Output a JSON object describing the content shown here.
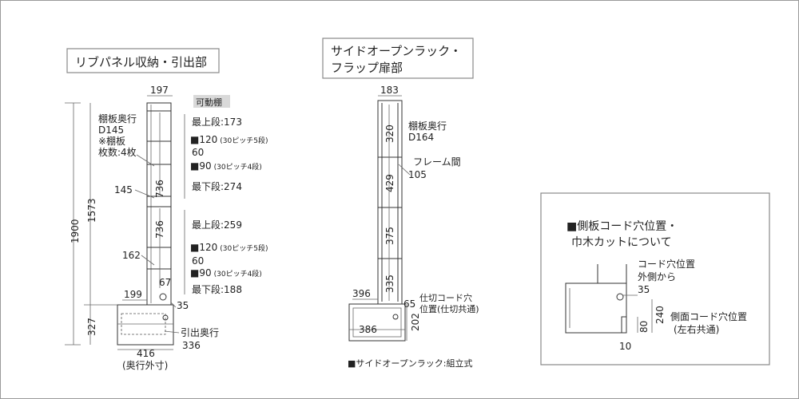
{
  "left": {
    "title": "リブパネル収納・引出部",
    "width_top": "197",
    "badge": "可動棚",
    "shelf_depth_label": "棚板奥行",
    "shelf_depth_value": "D145",
    "shelf_note_1": "※棚板",
    "shelf_note_2": "枚数:4枚",
    "dim_145": "145",
    "dim_162": "162",
    "dim_199": "199",
    "dim_67": "67",
    "dim_35": "35",
    "height_total": "1900",
    "height_1573": "1573",
    "height_327": "327",
    "seg_736a": "736",
    "seg_736b": "736",
    "upper_top": "最上段:173",
    "upper_p1": "■120",
    "upper_p1_note": "(30ピッチ5段)",
    "upper_60": "60",
    "upper_p2": "■90",
    "upper_p2_note": "(30ピッチ4段)",
    "upper_bottom": "最下段:274",
    "lower_top": "最上段:259",
    "lower_p1": "■120",
    "lower_p1_note": "(30ピッチ5段)",
    "lower_60": "60",
    "lower_p2": "■90",
    "lower_p2_note": "(30ピッチ4段)",
    "lower_bottom": "最下段:188",
    "drawer_depth_label": "引出奥行",
    "drawer_depth_value": "336",
    "base_width": "416",
    "base_note": "(奥行外寸)"
  },
  "middle": {
    "title_line1": "サイドオープンラック・",
    "title_line2": "フラップ扉部",
    "width_top": "183",
    "seg_320": "320",
    "seg_429": "429",
    "seg_375": "375",
    "seg_335": "335",
    "shelf_depth_label": "棚板奥行",
    "shelf_depth_value": "D164",
    "frame_label": "フレーム間",
    "frame_value": "105",
    "dim_396": "396",
    "dim_65": "65",
    "dim_386": "386",
    "dim_202": "202",
    "cord_label_1": "仕切コード穴",
    "cord_label_2": "位置(仕切共通)",
    "footnote": "■サイドオープンラック:組立式"
  },
  "right": {
    "title_line1": "■側板コード穴位置・",
    "title_line2": "巾木カットについて",
    "cord_out_1": "コード穴位置",
    "cord_out_2": "外側から",
    "dim_35": "35",
    "dim_240": "240",
    "dim_80": "80",
    "dim_10": "10",
    "side_label_1": "側面コード穴位置",
    "side_label_2": "(左右共通)"
  }
}
